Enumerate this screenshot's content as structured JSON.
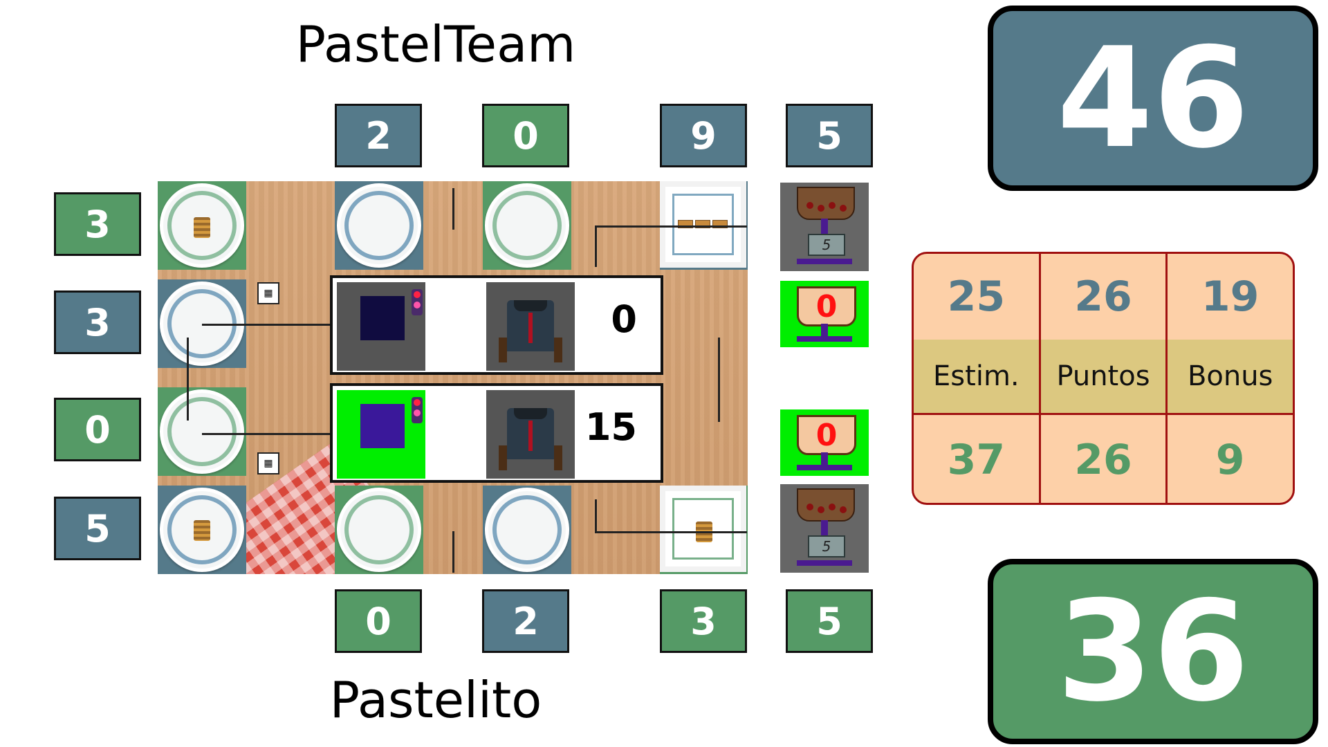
{
  "teams": {
    "top_name": "PastelTeam",
    "bottom_name": "Pastelito",
    "top_score": "46",
    "bottom_score": "36"
  },
  "top_columns": [
    "2",
    "0",
    "9",
    "5"
  ],
  "bottom_columns": [
    "0",
    "2",
    "3",
    "5"
  ],
  "left_rows": [
    "3",
    "3",
    "0",
    "5"
  ],
  "robots": [
    {
      "score": "0"
    },
    {
      "score": "15"
    }
  ],
  "scales": {
    "top_display": "5",
    "bottom_display": "5",
    "top_cup": "0",
    "bottom_cup": "0"
  },
  "stats": {
    "top": [
      "25",
      "26",
      "19"
    ],
    "labels": [
      "Estim.",
      "Puntos",
      "Bonus"
    ],
    "bottom": [
      "37",
      "26",
      "9"
    ]
  },
  "colors": {
    "team_top": "#557a8a",
    "team_bottom": "#559a66",
    "active": "#00ee00"
  }
}
